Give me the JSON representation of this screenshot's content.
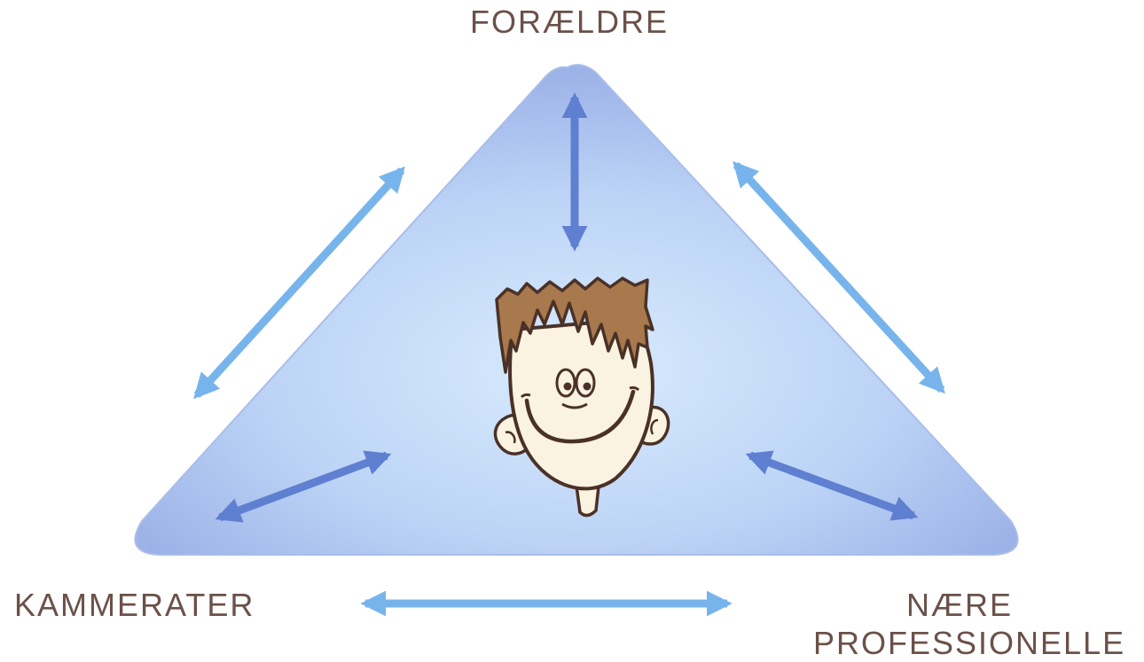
{
  "labels": {
    "top": "FORÆLDRE",
    "left": "KAMMERATER",
    "right_line1": "NÆRE",
    "right_line2": "PROFESSIONELLE"
  },
  "colors": {
    "label_text": "#6b5149",
    "triangle_fill_center": "#d2e6fb",
    "triangle_fill_edge": "#9fb6ea",
    "inner_arrow": "#5f7fd0",
    "outer_arrow": "#78b4ec",
    "hair": "#a8794c",
    "skin": "#fbf3e2",
    "outline": "#4a3128"
  },
  "icons": {
    "center": "smiling-boy-face-icon"
  }
}
